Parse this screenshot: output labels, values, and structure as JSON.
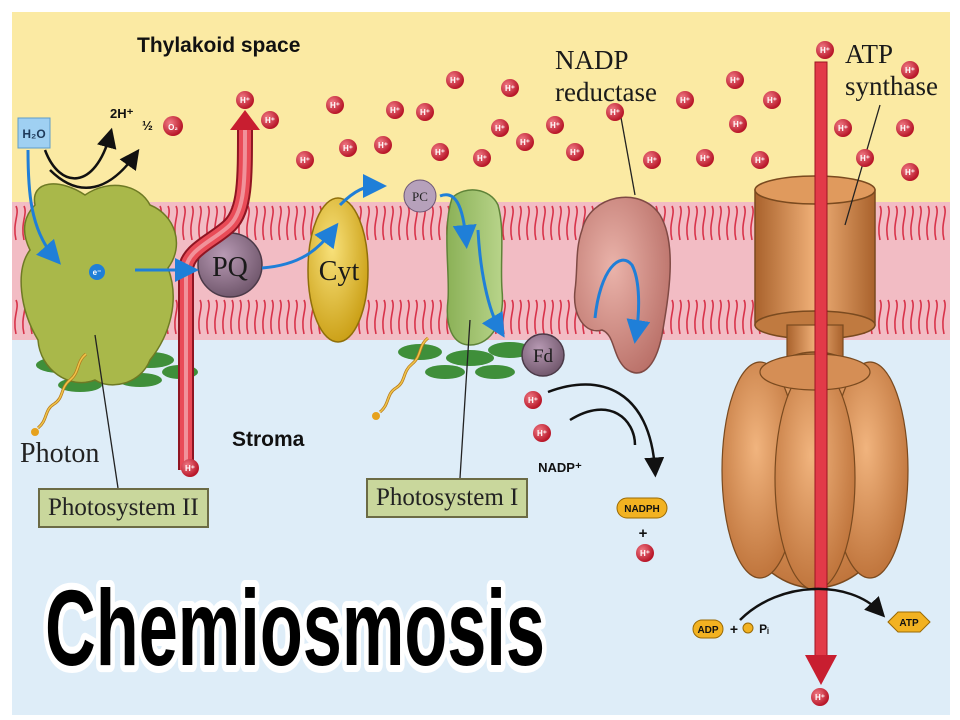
{
  "labels": {
    "thylakoid_space": "Thylakoid space",
    "stroma": "Stroma",
    "photon": "Photon",
    "photosystem_ii": "Photosystem II",
    "photosystem_i": "Photosystem I",
    "nadp_reductase_1": "NADP",
    "nadp_reductase_2": "reductase",
    "atp_synthase_1": "ATP",
    "atp_synthase_2": "synthase",
    "title": "Chemiosmosis"
  },
  "molecules": {
    "h2o": "H₂O",
    "two_h": "2H⁺",
    "o2": "O₂",
    "half": "½",
    "pq": "PQ",
    "cyt": "Cyt",
    "pc": "PC",
    "fd": "Fd",
    "e_minus": "e⁻",
    "nadp_plus": "NADP⁺",
    "nadph": "NADPH",
    "plus": "+",
    "adp": "ADP",
    "pi": "Pᵢ",
    "atp": "ATP",
    "h_plus": "H⁺"
  },
  "colors": {
    "lumen": "#fbeaa3",
    "stroma": "#deedf8",
    "membrane_band": "#f2bcc4",
    "lipid_head": "#d8334a",
    "psii": "#a9b84a",
    "cyt": "#e9c52f",
    "pq": "#8b6f88",
    "nadp_reductase": "#d28f86",
    "atp_synthase": "#c98447",
    "proton": "#d1263a",
    "electron_flow": "#1f7fd8",
    "proton_channel": "#d92b3c",
    "photon_wave": "#f0b327",
    "label_box": "#c9d79c"
  }
}
